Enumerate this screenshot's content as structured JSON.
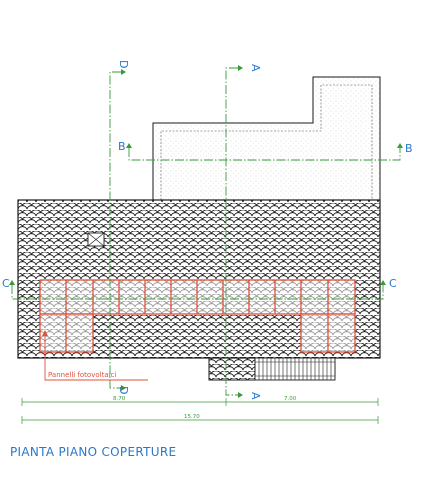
{
  "drawing": {
    "title": "PIANTA PIANO COPERTURE",
    "panel_label": "Pannelli fotovoltaici",
    "sections": {
      "a_top": "A",
      "a_bottom": "A",
      "b_left": "B",
      "b_right": "B",
      "c_left": "C",
      "c_right": "C",
      "d_top": "D",
      "d_bottom": "D"
    },
    "dimensions": {
      "left_span": "8.70",
      "right_span": "7.00",
      "total_span": "15.70"
    },
    "colors": {
      "section_lines": "#3a9a3a",
      "section_letters": "#2a78c8",
      "panels": "#e0503a",
      "roof": "#1a1a1a"
    }
  }
}
